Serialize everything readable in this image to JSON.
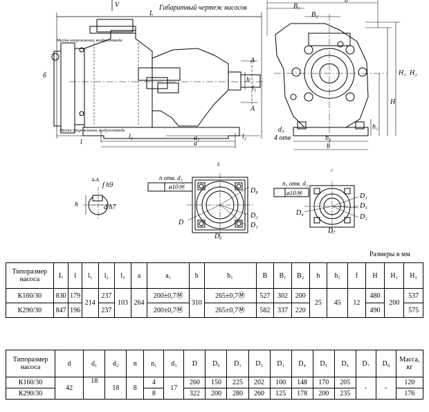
{
  "drawing": {
    "title": "Габаритный чертеж насосов",
    "main_view": {
      "labels": {
        "V": "V",
        "L": "L",
        "b_arrow": "б",
        "l": "l",
        "l1": "l₁",
        "a1": "a₁",
        "a": "a",
        "l2": "l₂",
        "l3": "l₃",
        "AA_top": "A",
        "AA_bottom": "A",
        "h": "h"
      },
      "note_top": "Места опорожнения, воздухоотвода",
      "note_bottom": "Места опорожнения, воздухоотвода"
    },
    "side_view": {
      "labels": {
        "b": "b",
        "B1": "B₁",
        "B2": "B₂",
        "H": "H",
        "H1": "H₁",
        "H2": "H₂",
        "h1": "h₁",
        "d3": "d₃",
        "holes": "4 отв",
        "b1": "b₁",
        "b_bottom": "b"
      }
    },
    "section_aa": {
      "title": "A-A",
      "f": "f h9",
      "h": "h",
      "d": "d h7"
    },
    "flange_b": {
      "view": "б",
      "holes": "n отв. d₁",
      "tol": "ø10Ⓜ",
      "D8": "D₈",
      "D": "D",
      "D2": "D₂",
      "D1": "D₁",
      "D6": "D₆"
    },
    "flange_g": {
      "view": "г",
      "holes": "n₁ отв. d₂",
      "tol": "ø10Ⓜ",
      "D3": "D₃",
      "D5": "D₅",
      "D4": "D₄",
      "D2": "D₂",
      "D7": "D₇"
    }
  },
  "units_note": "Размеры в мм",
  "table1": {
    "headers": [
      "Типоразмер насоса",
      "L",
      "l",
      "l₁",
      "l₂",
      "l₃",
      "a",
      "a₁",
      "b",
      "b₁",
      "B",
      "B₁",
      "B₂",
      "h",
      "h₁",
      "f",
      "H",
      "H₁",
      "H₂"
    ],
    "rows": [
      {
        "name": "К160/30",
        "L": "830",
        "l": "179",
        "l1": "214",
        "l2": "237",
        "l3": "103",
        "a": "264",
        "a1": "200±0,7Ⓜ",
        "b": "310",
        "b1": "265±0,7Ⓜ",
        "B": "527",
        "B1": "302",
        "B2": "200",
        "h": "25",
        "h1": "45",
        "f": "12",
        "H": "480",
        "H1": "200",
        "H2": "537"
      },
      {
        "name": "К290/30",
        "L": "847",
        "l": "196",
        "l2": "237",
        "a1": "200±0,7Ⓜ",
        "b1": "265±0,7Ⓜ",
        "B": "582",
        "B1": "337",
        "B2": "220",
        "H": "490",
        "H2": "575"
      }
    ]
  },
  "table2": {
    "headers": [
      "Типоразмер насоса",
      "d",
      "d₁",
      "d₂",
      "n",
      "n₁",
      "d₃",
      "D",
      "D₀",
      "D₁",
      "D₂",
      "D₃",
      "D₄",
      "D₅",
      "D₆",
      "D₇",
      "D₈",
      "Масса, кг"
    ],
    "rows": [
      {
        "name": "К160/30",
        "d": "42",
        "d1": "18",
        "d2": "18",
        "n": "8",
        "n1": "4",
        "d3": "17",
        "D": "260",
        "D0": "150",
        "D1": "225",
        "D2": "202",
        "D3": "100",
        "D4": "148",
        "D5": "170",
        "D6": "205",
        "D7": "-",
        "D8": "-",
        "mass": "120"
      },
      {
        "name": "К290/30",
        "n1": "8",
        "D": "322",
        "D0": "200",
        "D1": "280",
        "D2": "260",
        "D3": "125",
        "D4": "178",
        "D5": "200",
        "D6": "235",
        "mass": "176"
      }
    ]
  }
}
